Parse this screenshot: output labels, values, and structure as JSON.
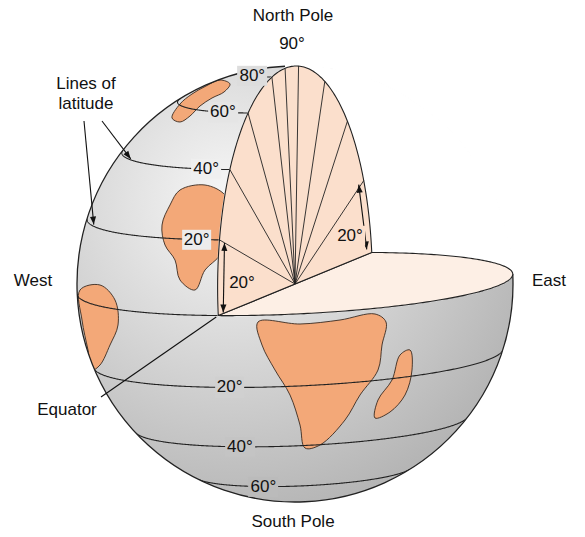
{
  "diagram": {
    "labels": [
      "North Pole",
      "90°",
      "80°",
      "60°",
      "Lines of latitude",
      "40°",
      "20°",
      "20°",
      "20°",
      "West",
      "East",
      "Equator",
      "20°",
      "40°",
      "60°",
      "South Pole"
    ]
  }
}
